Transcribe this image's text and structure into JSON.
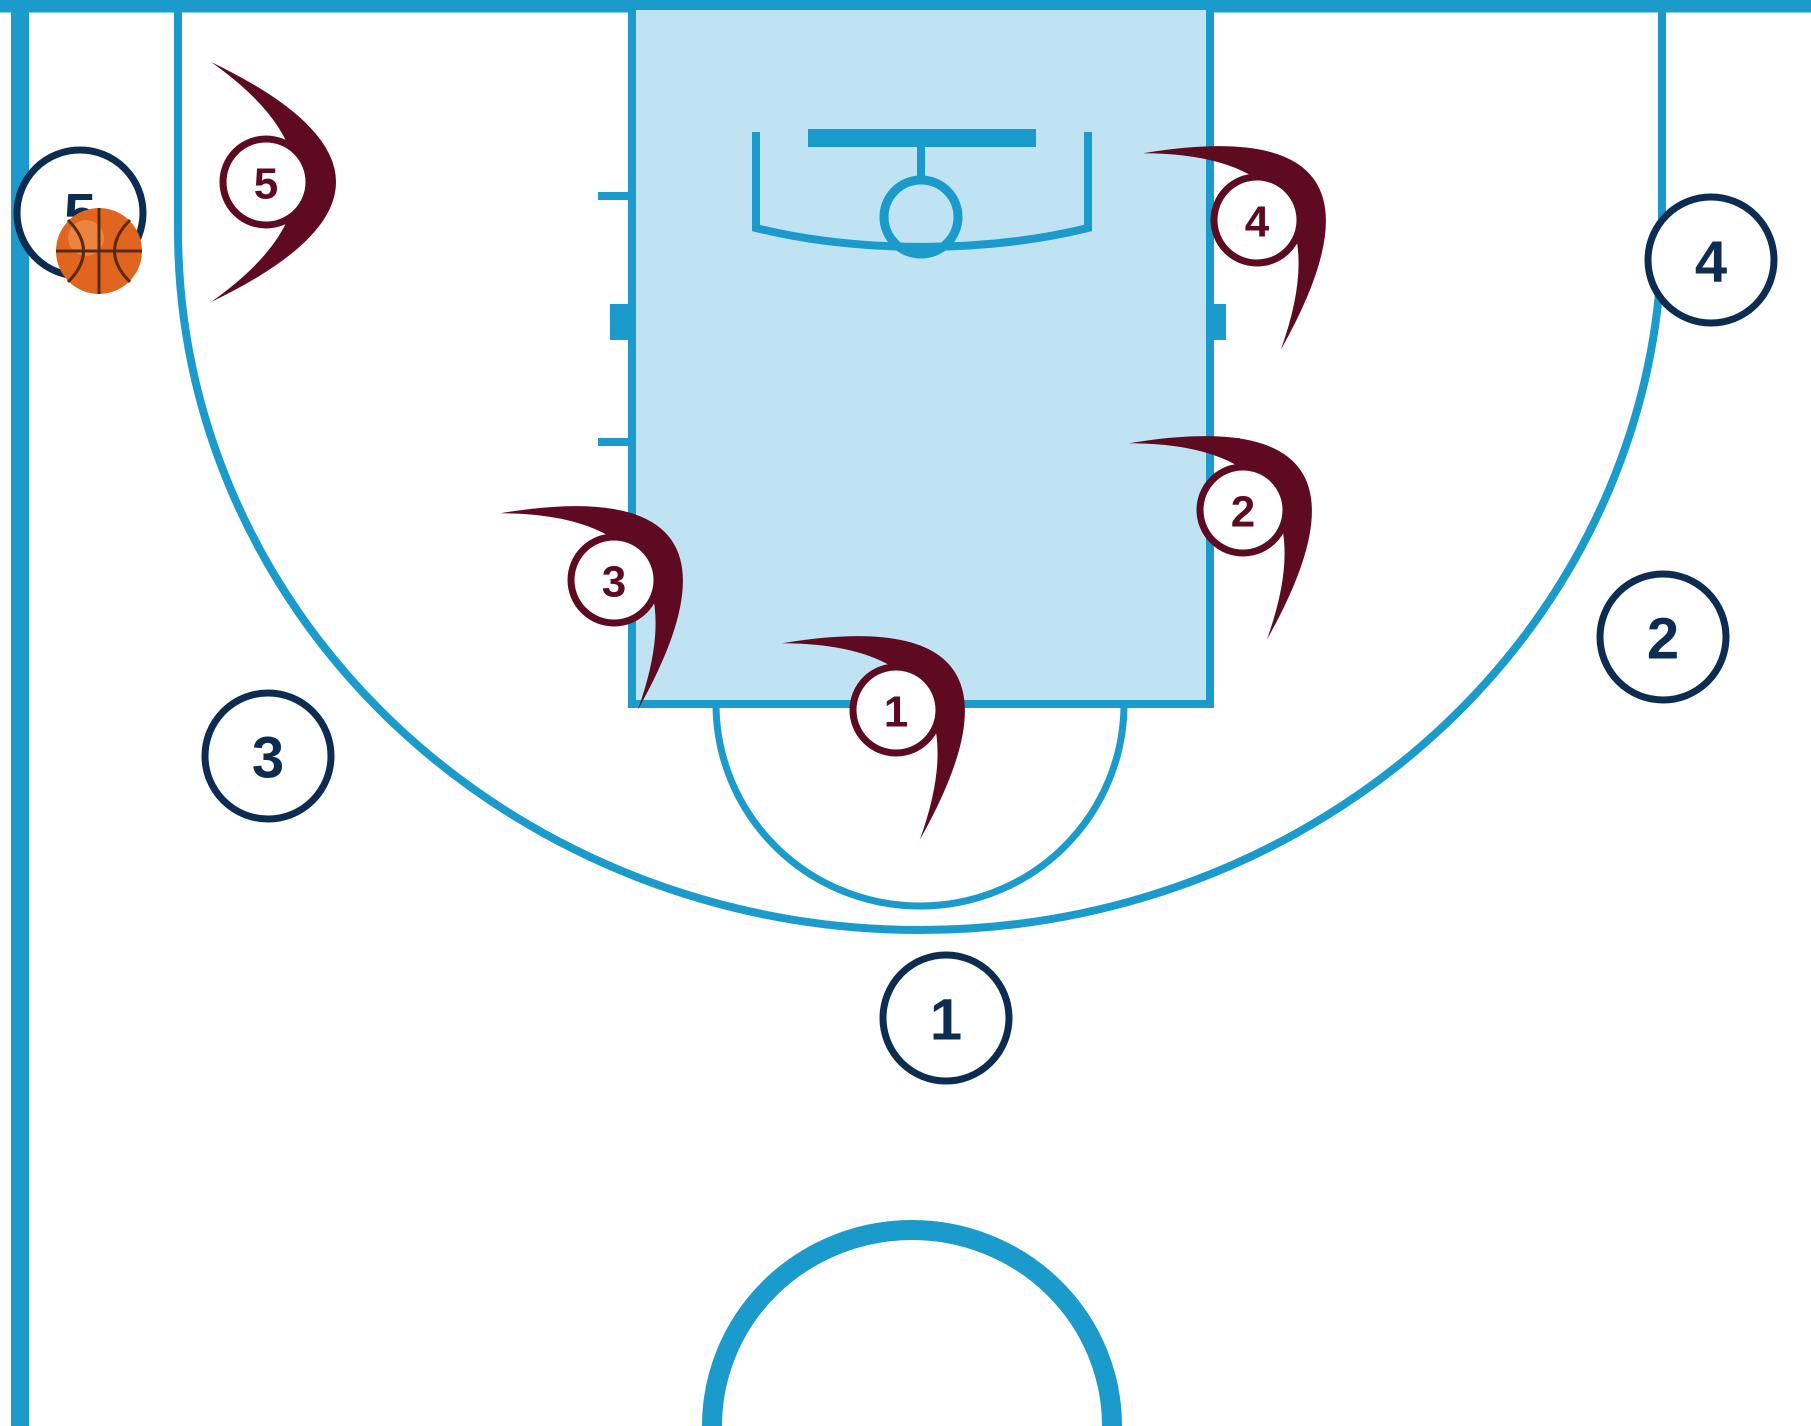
{
  "colors": {
    "court_line": "#1a9bcb",
    "paint_fill": "#bfe3f3",
    "offense": "#0d2c52",
    "defense": "#5e0a21",
    "ball": "#e0651f"
  },
  "offense": [
    {
      "label": "5"
    },
    {
      "label": "4"
    },
    {
      "label": "3"
    },
    {
      "label": "2"
    },
    {
      "label": "1"
    }
  ],
  "defense": [
    {
      "label": "5"
    },
    {
      "label": "4"
    },
    {
      "label": "2"
    },
    {
      "label": "3"
    },
    {
      "label": "1"
    }
  ],
  "ball": {
    "holder": "offense-5",
    "icon": "basketball-icon"
  }
}
